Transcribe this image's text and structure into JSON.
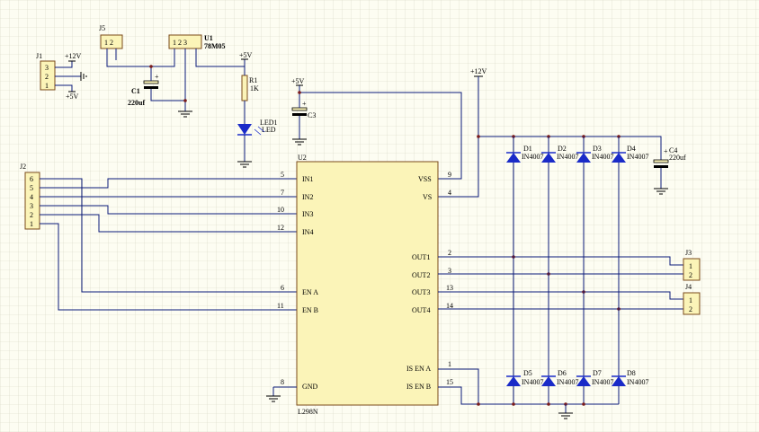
{
  "colors": {
    "wire": "#0c1a7a",
    "component_fill": "#fbf4b8",
    "component_border": "#7a4a1a",
    "diode": "#1a2bc8",
    "led": "#1a2bc8",
    "junction": "#7a1a1a",
    "grid": "#d6d6c2",
    "background": "#fdfdf2"
  },
  "components": {
    "j1": {
      "ref": "J1",
      "pins": [
        "3",
        "2",
        "1"
      ]
    },
    "j5": {
      "ref": "J5",
      "pins": [
        "1 2"
      ]
    },
    "u1": {
      "ref": "U1",
      "value": "78M05",
      "pins": [
        "1 2 3"
      ]
    },
    "c1": {
      "ref": "C1",
      "value": "220uf",
      "pin": "+"
    },
    "r1": {
      "ref": "R1",
      "value": "1K"
    },
    "led1": {
      "ref": "LED1",
      "value": "LED"
    },
    "c3": {
      "ref": "C3",
      "pin": "+"
    },
    "j2": {
      "ref": "J2",
      "pins": [
        "6",
        "5",
        "4",
        "3",
        "2",
        "1"
      ]
    },
    "u2": {
      "ref": "U2",
      "value": "L298N",
      "left_pins": [
        {
          "num": "5",
          "name": "IN1"
        },
        {
          "num": "7",
          "name": "IN2"
        },
        {
          "num": "10",
          "name": "IN3"
        },
        {
          "num": "12",
          "name": "IN4"
        },
        {
          "num": "6",
          "name": "EN A"
        },
        {
          "num": "11",
          "name": "EN B"
        },
        {
          "num": "8",
          "name": "GND"
        }
      ],
      "right_pins": [
        {
          "num": "9",
          "name": "VSS"
        },
        {
          "num": "4",
          "name": "VS"
        },
        {
          "num": "2",
          "name": "OUT1"
        },
        {
          "num": "3",
          "name": "OUT2"
        },
        {
          "num": "13",
          "name": "OUT3"
        },
        {
          "num": "14",
          "name": "OUT4"
        },
        {
          "num": "1",
          "name": "IS EN A"
        },
        {
          "num": "15",
          "name": "IS EN B"
        }
      ]
    },
    "diodes_top": [
      {
        "ref": "D1",
        "value": "IN4007"
      },
      {
        "ref": "D2",
        "value": "IN4007"
      },
      {
        "ref": "D3",
        "value": "IN4007"
      },
      {
        "ref": "D4",
        "value": "IN4007"
      }
    ],
    "diodes_bottom": [
      {
        "ref": "D5",
        "value": "IN4007"
      },
      {
        "ref": "D6",
        "value": "IN4007"
      },
      {
        "ref": "D7",
        "value": "IN4007"
      },
      {
        "ref": "D8",
        "value": "IN4007"
      }
    ],
    "c4": {
      "ref": "C4",
      "value": "220uf",
      "pin": "+"
    },
    "j3": {
      "ref": "J3",
      "pins": [
        "1",
        "2"
      ]
    },
    "j4": {
      "ref": "J4",
      "pins": [
        "1",
        "2"
      ]
    }
  },
  "power": {
    "j1_plus12": "+12V",
    "j1_plus5": "+5V",
    "r1_plus5": "+5V",
    "c3_plus5": "+5V",
    "vs_plus12": "+12V"
  }
}
